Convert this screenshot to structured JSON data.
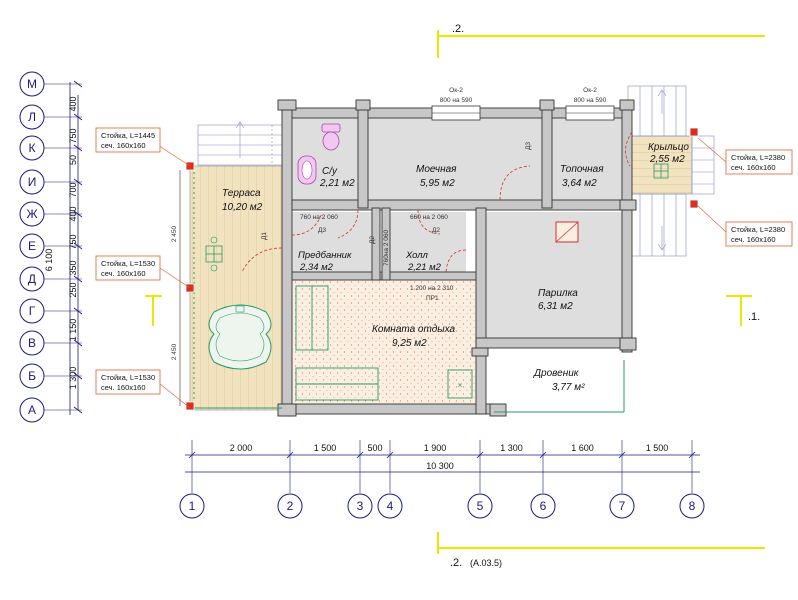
{
  "section_marks": {
    "top": ".2.",
    "bottom": ".2.",
    "bottom_ref": "(А.03.5)",
    "right": ".1."
  },
  "row_axes": [
    "М",
    "Л",
    "К",
    "И",
    "Ж",
    "Е",
    "Д",
    "Г",
    "В",
    "Б",
    "А"
  ],
  "row_dims": [
    "400",
    "750",
    "50",
    "700",
    "400",
    "750",
    "350",
    "250",
    "1 150",
    "1 300"
  ],
  "row_total": "6 100",
  "col_axes": [
    "1",
    "2",
    "3",
    "4",
    "5",
    "6",
    "7",
    "8"
  ],
  "col_dims": [
    "2 000",
    "1 500",
    "500",
    "1 900",
    "1 300",
    "1 600",
    "1 500"
  ],
  "col_total": "10 300",
  "rooms": {
    "su": {
      "name": "С/у",
      "area": "2,21 м2"
    },
    "moechnaya": {
      "name": "Моечная",
      "area": "5,95 м2"
    },
    "topochnaya": {
      "name": "Топочная",
      "area": "3,64 м2"
    },
    "kryltso": {
      "name": "Крыльцо",
      "area": "2,55 м2"
    },
    "terrasa": {
      "name": "Терраса",
      "area": "10,20 м2"
    },
    "predbannik": {
      "name": "Предбанник",
      "area": "2,34 м2"
    },
    "holl": {
      "name": "Холл",
      "area": "2,21 м2"
    },
    "parilka": {
      "name": "Парилка",
      "area": "6,31 м2"
    },
    "komnata": {
      "name": "Комната отдыха",
      "area": "9,25 м2"
    },
    "drovennik": {
      "name": "Дровеник",
      "area": "3,77 м²"
    }
  },
  "windows": {
    "ok2a": {
      "name": "Ок-2",
      "size": "800 на 590"
    },
    "ok2b": {
      "name": "Ок-2",
      "size": "800 на 590"
    }
  },
  "openings": {
    "pr1_size": "1 200 на 2 310",
    "pr1_name": "ПР1",
    "d1": "Д1",
    "d2": "Д2",
    "d3": "Д3",
    "d3_size": "760 на 2 060",
    "d2_size": "660 на 2 060",
    "d3b_size": "760на 2 060"
  },
  "callouts": [
    {
      "line1": "Стойка, L=1445",
      "line2": "сеч. 160х160"
    },
    {
      "line1": "Стойка, L=1530",
      "line2": "сеч. 160х160"
    },
    {
      "line1": "Стойка, L=1530",
      "line2": "сеч. 160х160"
    },
    {
      "line1": "Стойка, L=2380",
      "line2": "сеч. 160х160"
    },
    {
      "line1": "Стойка, L=2380",
      "line2": "сеч. 160х160"
    }
  ],
  "side_dims": {
    "terrace_top": "2 450",
    "terrace_bottom": "2 450"
  },
  "colors": {
    "wall": "#c7c7c7",
    "wall_edge": "#333333",
    "wet_floor": "#dedede",
    "rest_floor": "#fbeee3",
    "terrace_floor": "#f3e6c6",
    "axis_line": "#1a1a80",
    "section_line": "#e8e800",
    "callout": "#e06030",
    "post": "#d83020",
    "furniture": "#2a9a6a"
  }
}
